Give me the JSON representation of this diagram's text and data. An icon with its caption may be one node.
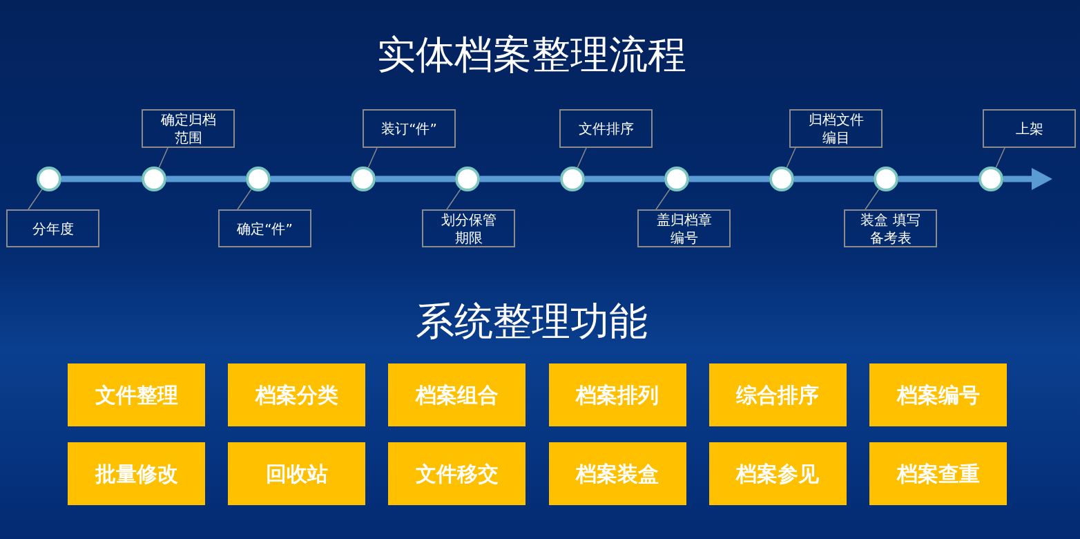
{
  "diagram": {
    "title": "实体档案整理流程",
    "nodes": [
      {
        "text": [],
        "shape": "circle"
      },
      {
        "text": [],
        "shape": "circle"
      },
      {
        "text": [],
        "shape": "circle"
      },
      {
        "text": [],
        "shape": "circle"
      },
      {
        "text": [],
        "shape": "circle"
      },
      {
        "text": [],
        "shape": "circle"
      },
      {
        "text": [],
        "shape": "circle"
      },
      {
        "text": [],
        "shape": "circle"
      },
      {
        "text": [],
        "shape": "circle"
      },
      {
        "text": [],
        "shape": "circle"
      },
      {
        "text": [
          "分年度"
        ]
      },
      {
        "text": [
          "确定归档范围"
        ]
      },
      {
        "text": [
          "确定“件”"
        ]
      },
      {
        "text": [
          "装订“件”"
        ]
      },
      {
        "text": [
          "划分保管期限"
        ]
      },
      {
        "text": [
          "文件排序"
        ]
      },
      {
        "text": [
          "盖归档章编号"
        ]
      },
      {
        "text": [
          "归档文件编目"
        ]
      },
      {
        "text": [
          "装盒 填写备考表"
        ]
      },
      {
        "text": [
          "上架"
        ]
      },
      {
        "text": [
          "文件整理"
        ]
      },
      {
        "text": [
          "档案分类"
        ]
      },
      {
        "text": [
          "档案组合"
        ]
      },
      {
        "text": [
          "档案排列"
        ]
      },
      {
        "text": [
          "综合排序"
        ]
      },
      {
        "text": [
          "档案编号"
        ]
      },
      {
        "text": [
          "批量修改"
        ]
      },
      {
        "text": [
          "回收站"
        ]
      },
      {
        "text": [
          "文件移交"
        ]
      },
      {
        "text": [
          "档案装盒"
        ]
      },
      {
        "text": [
          "档案参见"
        ]
      },
      {
        "text": [
          "档案查重"
        ]
      }
    ],
    "edges": [
      {
        "from": 0,
        "to": 1,
        "arrow": "none",
        "style": "thick",
        "color": "#5b9bd5"
      },
      {
        "from": 1,
        "to": 2,
        "arrow": "none",
        "style": "thick",
        "color": "#5b9bd5"
      },
      {
        "from": 2,
        "to": 3,
        "arrow": "none",
        "style": "thick",
        "color": "#5b9bd5"
      },
      {
        "from": 3,
        "to": 4,
        "arrow": "none",
        "style": "thick",
        "color": "#5b9bd5"
      },
      {
        "from": 4,
        "to": 5,
        "arrow": "none",
        "style": "thick",
        "color": "#5b9bd5"
      },
      {
        "from": 5,
        "to": 6,
        "arrow": "none",
        "style": "thick",
        "color": "#5b9bd5"
      },
      {
        "from": 6,
        "to": 7,
        "arrow": "none",
        "style": "thick",
        "color": "#5b9bd5"
      },
      {
        "from": 7,
        "to": 8,
        "arrow": "none",
        "style": "thick",
        "color": "#5b9bd5"
      },
      {
        "from": 8,
        "to": 9,
        "arrow": "none",
        "style": "thick",
        "color": "#5b9bd5"
      },
      {
        "from": 9,
        "to": null,
        "arrow": "to",
        "style": "thick",
        "color": "#5b9bd5"
      },
      {
        "from": 10,
        "to": 0,
        "arrow": "none"
      },
      {
        "from": 11,
        "to": 1,
        "arrow": "none"
      },
      {
        "from": 12,
        "to": 2,
        "arrow": "none"
      },
      {
        "from": 13,
        "to": 3,
        "arrow": "none"
      },
      {
        "from": 14,
        "to": 4,
        "arrow": "none"
      },
      {
        "from": 15,
        "to": 5,
        "arrow": "none"
      },
      {
        "from": 16,
        "to": 6,
        "arrow": "none"
      },
      {
        "from": 17,
        "to": 7,
        "arrow": "none"
      },
      {
        "from": 18,
        "to": 8,
        "arrow": "none"
      },
      {
        "from": 19,
        "to": 9,
        "arrow": "none"
      }
    ],
    "labels": [
      "系统整理功能"
    ]
  }
}
